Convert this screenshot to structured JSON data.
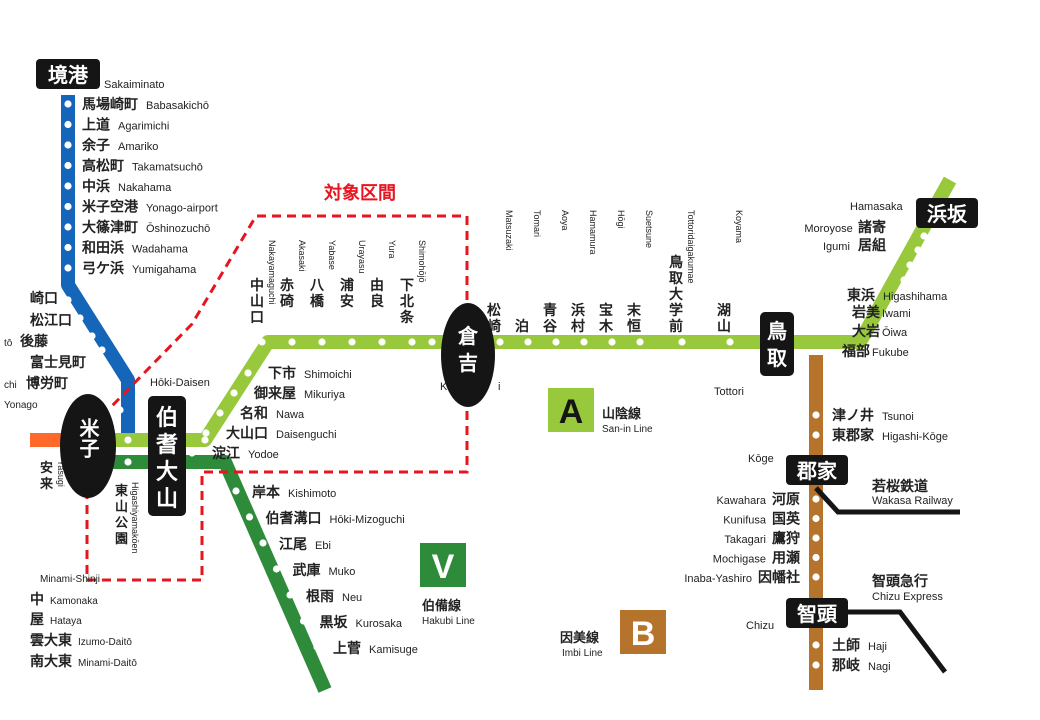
{
  "highlight": {
    "label": "対象区間",
    "color": "#e8141e"
  },
  "colors": {
    "sakai": "#1565b8",
    "sanin": "#98c93c",
    "hakubi": "#2e8b3a",
    "imbi": "#b5732b",
    "ext": "#ff6a2a",
    "hub": "#151515"
  },
  "hubs": {
    "sakaiminato": {
      "kanji": "境港",
      "romaji": "Sakaiminato"
    },
    "yonago": {
      "kanji": "米子"
    },
    "hokidaisen": {
      "kanji": "伯耆大山",
      "romaji": "Hōki-Daisen"
    },
    "kurayoshi": {
      "kanji": "倉吉"
    },
    "tottori": {
      "kanji": "鳥取",
      "romaji": "Tottori"
    },
    "hamasaka": {
      "kanji": "浜坂",
      "romaji": "Hamasaka"
    },
    "koge": {
      "kanji": "郡家",
      "romaji": "Kōge"
    },
    "chizu": {
      "kanji": "智頭",
      "romaji": "Chizu"
    }
  },
  "lines": {
    "sanin": {
      "letter": "A",
      "kanji": "山陰線",
      "romaji": "San-in Line"
    },
    "hakubi": {
      "letter": "V",
      "kanji": "伯備線",
      "romaji": "Hakubi Line"
    },
    "imbi": {
      "letter": "B",
      "kanji": "因美線",
      "romaji": "Imbi Line"
    },
    "wakasa": {
      "kanji": "若桜鉄道",
      "romaji": "Wakasa Railway"
    },
    "chizu_express": {
      "kanji": "智頭急行",
      "romaji": "Chizu Express"
    }
  },
  "sakai_stations": [
    {
      "kanji": "馬場崎町",
      "romaji": "Babasakichō"
    },
    {
      "kanji": "上道",
      "romaji": "Agarimichi"
    },
    {
      "kanji": "余子",
      "romaji": "Amariko"
    },
    {
      "kanji": "高松町",
      "romaji": "Takamatsuchō"
    },
    {
      "kanji": "中浜",
      "romaji": "Nakahama"
    },
    {
      "kanji": "米子空港",
      "romaji": "Yonago-airport"
    },
    {
      "kanji": "大篠津町",
      "romaji": "Ōshinozuchō"
    },
    {
      "kanji": "和田浜",
      "romaji": "Wadahama"
    },
    {
      "kanji": "弓ケ浜",
      "romaji": "Yumigahama"
    }
  ],
  "west_fragments": [
    {
      "kanji": "崎口",
      "romaji": ""
    },
    {
      "kanji": "松江口",
      "romaji": ""
    },
    {
      "kanji": "後藤",
      "romaji": "tō"
    },
    {
      "kanji": "富士見町",
      "romaji": ""
    },
    {
      "kanji": "博労町",
      "romaji": "chi"
    },
    {
      "kanji": "",
      "romaji": "Yonago"
    }
  ],
  "yasugi": {
    "kanji": "安来",
    "romaji": "Yasugi"
  },
  "higashiyamakoen": {
    "kanji": "東山公園",
    "romaji": "Higashiyamakōen"
  },
  "nakayamaguchi_stations": [
    {
      "kanji": "中山口",
      "romaji": "Nakayamaguchi"
    },
    {
      "kanji": "赤碕",
      "romaji": "Akasaki"
    },
    {
      "kanji": "八橋",
      "romaji": "Yabase"
    },
    {
      "kanji": "浦安",
      "romaji": "Urayasu"
    },
    {
      "kanji": "由良",
      "romaji": "Yura"
    },
    {
      "kanji": "下北条",
      "romaji": "Shimohōjō"
    }
  ],
  "kurayoshi_romaji_fragment": "K",
  "kurayoshi_romaji_fragment2": "i",
  "lower_sanin_stations": [
    {
      "kanji": "下市",
      "romaji": "Shimoichi"
    },
    {
      "kanji": "御来屋",
      "romaji": "Mikuriya"
    },
    {
      "kanji": "名和",
      "romaji": "Nawa"
    },
    {
      "kanji": "大山口",
      "romaji": "Daisenguchi"
    },
    {
      "kanji": "淀江",
      "romaji": "Yodoe"
    }
  ],
  "east_stations": [
    {
      "kanji": "松崎",
      "romaji": "Matsuzaki"
    },
    {
      "kanji": "泊",
      "romaji": "Tomari"
    },
    {
      "kanji": "青谷",
      "romaji": "Aoya"
    },
    {
      "kanji": "浜村",
      "romaji": "Hamamura"
    },
    {
      "kanji": "宝木",
      "romaji": "Hōgi"
    },
    {
      "kanji": "末恒",
      "romaji": "Suetsune"
    },
    {
      "kanji": "鳥取大学前",
      "romaji": "Tottoridaigakumae"
    },
    {
      "kanji": "湖山",
      "romaji": "Koyama"
    }
  ],
  "northeast_stations": [
    {
      "kanji": "諸寄",
      "romaji": "Moroyose"
    },
    {
      "kanji": "居組",
      "romaji": "Igumi"
    },
    {
      "kanji": "東浜",
      "romaji": "Higashihama"
    },
    {
      "kanji": "岩美",
      "romaji": "Iwami"
    },
    {
      "kanji": "大岩",
      "romaji": "Ōiwa"
    },
    {
      "kanji": "福部",
      "romaji": "Fukube"
    }
  ],
  "imbi_upper": [
    {
      "kanji": "津ノ井",
      "romaji": "Tsunoi"
    },
    {
      "kanji": "東郡家",
      "romaji": "Higashi-Kōge"
    }
  ],
  "imbi_lower": [
    {
      "kanji": "河原",
      "romaji": "Kawahara"
    },
    {
      "kanji": "国英",
      "romaji": "Kunifusa"
    },
    {
      "kanji": "鷹狩",
      "romaji": "Takagari"
    },
    {
      "kanji": "用瀬",
      "romaji": "Mochigase"
    },
    {
      "kanji": "因幡社",
      "romaji": "Inaba-Yashiro"
    }
  ],
  "chizu_express_stations": [
    {
      "kanji": "土師",
      "romaji": "Haji"
    },
    {
      "kanji": "那岐",
      "romaji": "Nagi"
    }
  ],
  "hakubi_stations": [
    {
      "kanji": "岸本",
      "romaji": "Kishimoto"
    },
    {
      "kanji": "伯耆溝口",
      "romaji": "Hōki-Mizoguchi"
    },
    {
      "kanji": "江尾",
      "romaji": "Ebi"
    },
    {
      "kanji": "武庫",
      "romaji": "Muko"
    },
    {
      "kanji": "根雨",
      "romaji": "Neu"
    },
    {
      "kanji": "黒坂",
      "romaji": "Kurosaka"
    },
    {
      "kanji": "上菅",
      "romaji": "Kamisuge"
    }
  ],
  "southwest_stations": [
    {
      "kanji": "",
      "romaji": "Minami-Shinji"
    },
    {
      "kanji": "中",
      "romaji": "Kamonaka"
    },
    {
      "kanji": "屋",
      "romaji": "Hataya"
    },
    {
      "kanji": "雲大東",
      "romaji": "Izumo-Daitō"
    },
    {
      "kanji": "南大東",
      "romaji": "Minami-Daitō"
    }
  ]
}
